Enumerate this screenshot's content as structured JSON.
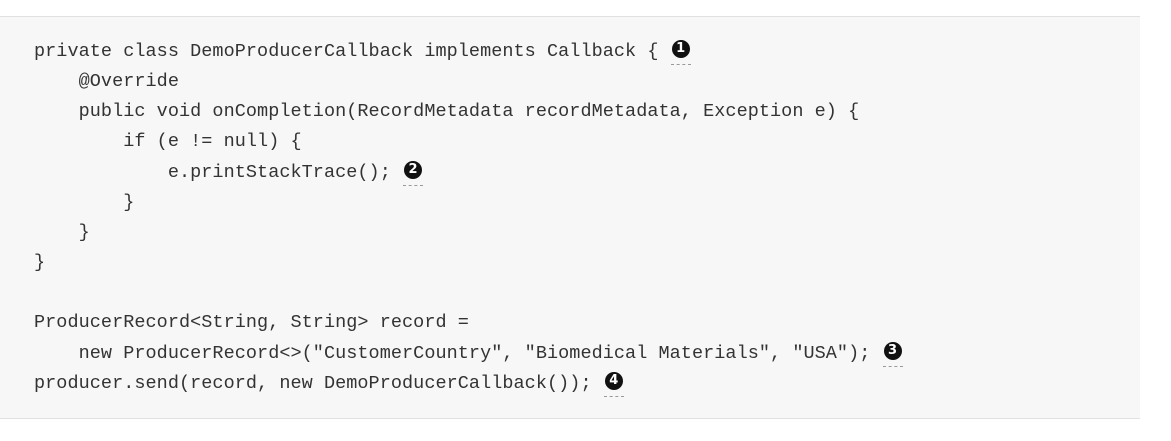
{
  "code": {
    "lines": [
      {
        "text": "private class DemoProducerCallback implements Callback { ",
        "callout": "1"
      },
      {
        "text": "    @Override",
        "callout": null
      },
      {
        "text": "    public void onCompletion(RecordMetadata recordMetadata, Exception e) {",
        "callout": null
      },
      {
        "text": "        if (e != null) {",
        "callout": null
      },
      {
        "text": "            e.printStackTrace(); ",
        "callout": "2"
      },
      {
        "text": "        }",
        "callout": null
      },
      {
        "text": "    }",
        "callout": null
      },
      {
        "text": "}",
        "callout": null
      },
      {
        "text": "",
        "callout": null
      },
      {
        "text": "ProducerRecord<String, String> record =",
        "callout": null
      },
      {
        "text": "    new ProducerRecord<>(\"CustomerCountry\", \"Biomedical Materials\", \"USA\"); ",
        "callout": "3"
      },
      {
        "text": "producer.send(record, new DemoProducerCallback()); ",
        "callout": "4"
      }
    ]
  }
}
